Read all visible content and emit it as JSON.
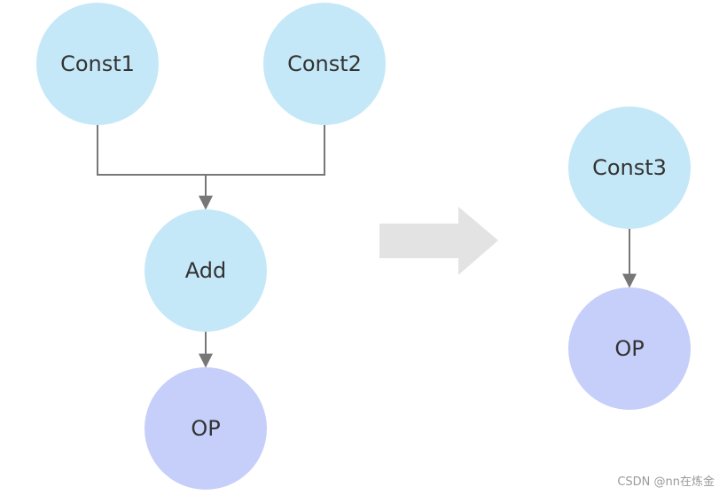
{
  "diagram": {
    "before": {
      "const1_label": "Const1",
      "const2_label": "Const2",
      "add_label": "Add",
      "op_label": "OP"
    },
    "after": {
      "const3_label": "Const3",
      "op_label": "OP"
    }
  },
  "colors": {
    "const_node": "#c5e8f8",
    "op_node": "#c6cffa",
    "connector": "#777777",
    "transform_arrow": "#e3e3e3",
    "text": "#333333"
  },
  "watermark": "CSDN @nn在炼金"
}
